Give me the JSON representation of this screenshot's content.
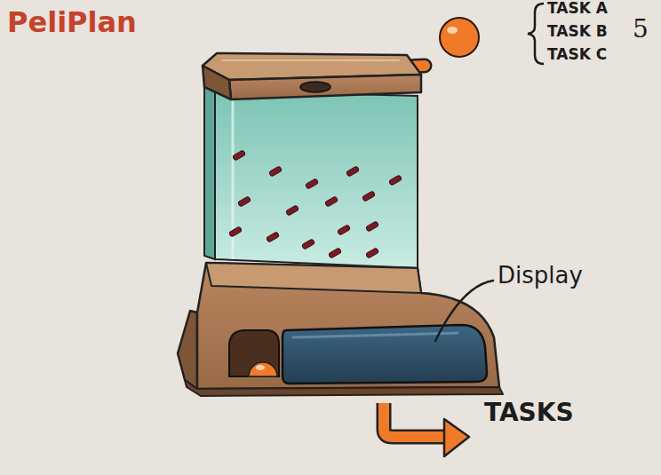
{
  "diagram": {
    "title": "PeliPlan",
    "labels": [
      "TASK A",
      "TASK B",
      "TASK C",
      "5",
      "Display",
      "TASKS"
    ]
  }
}
